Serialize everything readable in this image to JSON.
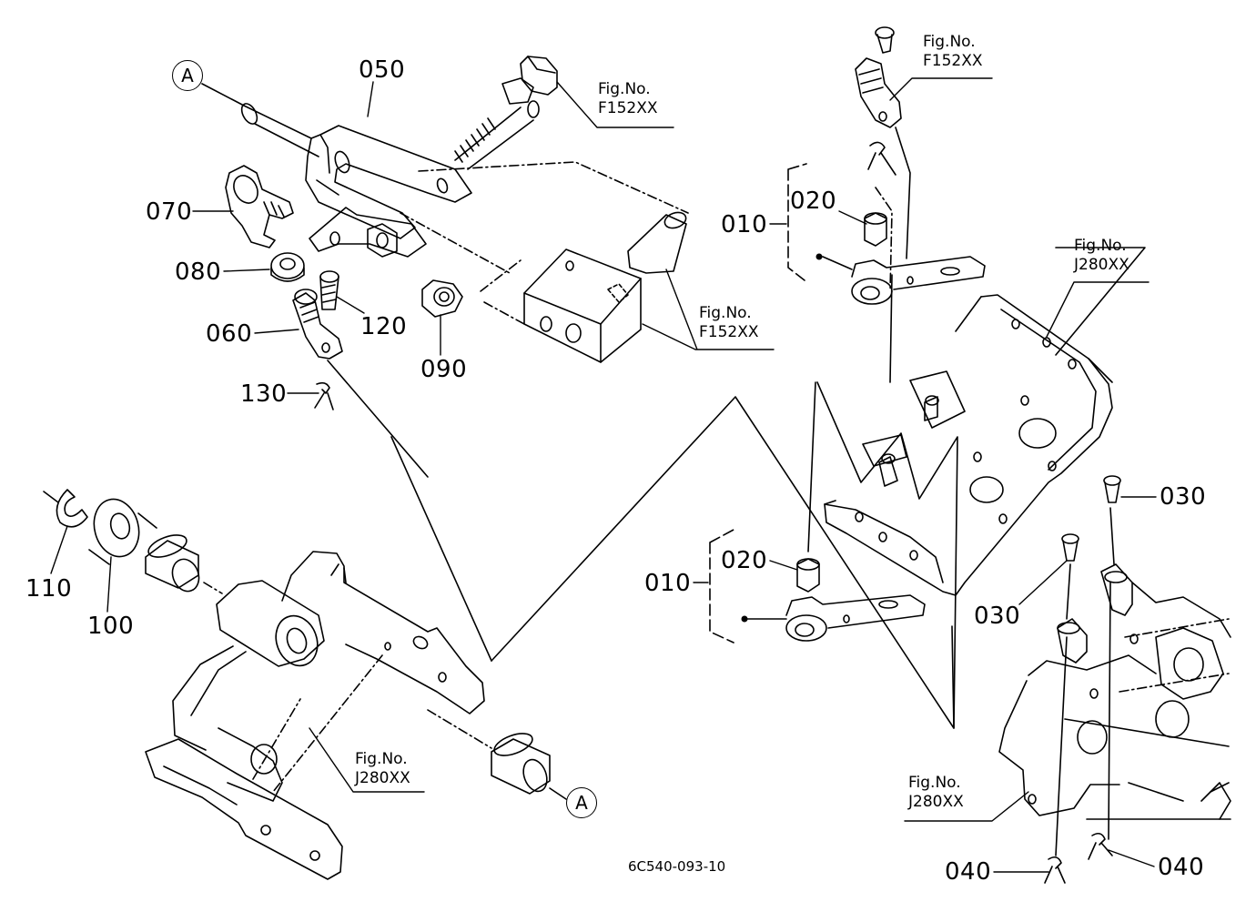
{
  "diagram": {
    "code": "6C540-093-10",
    "markers": {
      "a_top": "A",
      "a_bottom": "A"
    },
    "parts": {
      "p050": "050",
      "p070": "070",
      "p080": "080",
      "p060": "060",
      "p120": "120",
      "p090": "090",
      "p130": "130",
      "p110": "110",
      "p100": "100",
      "p010_upper": "010",
      "p020_upper": "020",
      "p010_lower": "010",
      "p020_lower": "020",
      "p030_right": "030",
      "p030_mid": "030",
      "p040_left": "040",
      "p040_right": "040"
    },
    "refs": {
      "ref1": {
        "line1": "Fig.No.",
        "line2": "F152XX"
      },
      "ref2": {
        "line1": "Fig.No.",
        "line2": "F152XX"
      },
      "ref3": {
        "line1": "Fig.No.",
        "line2": "F152XX"
      },
      "ref4": {
        "line1": "Fig.No.",
        "line2": "J280XX"
      },
      "ref5": {
        "line1": "Fig.No.",
        "line2": "J280XX"
      },
      "ref6": {
        "line1": "Fig.No.",
        "line2": "J280XX"
      }
    }
  }
}
